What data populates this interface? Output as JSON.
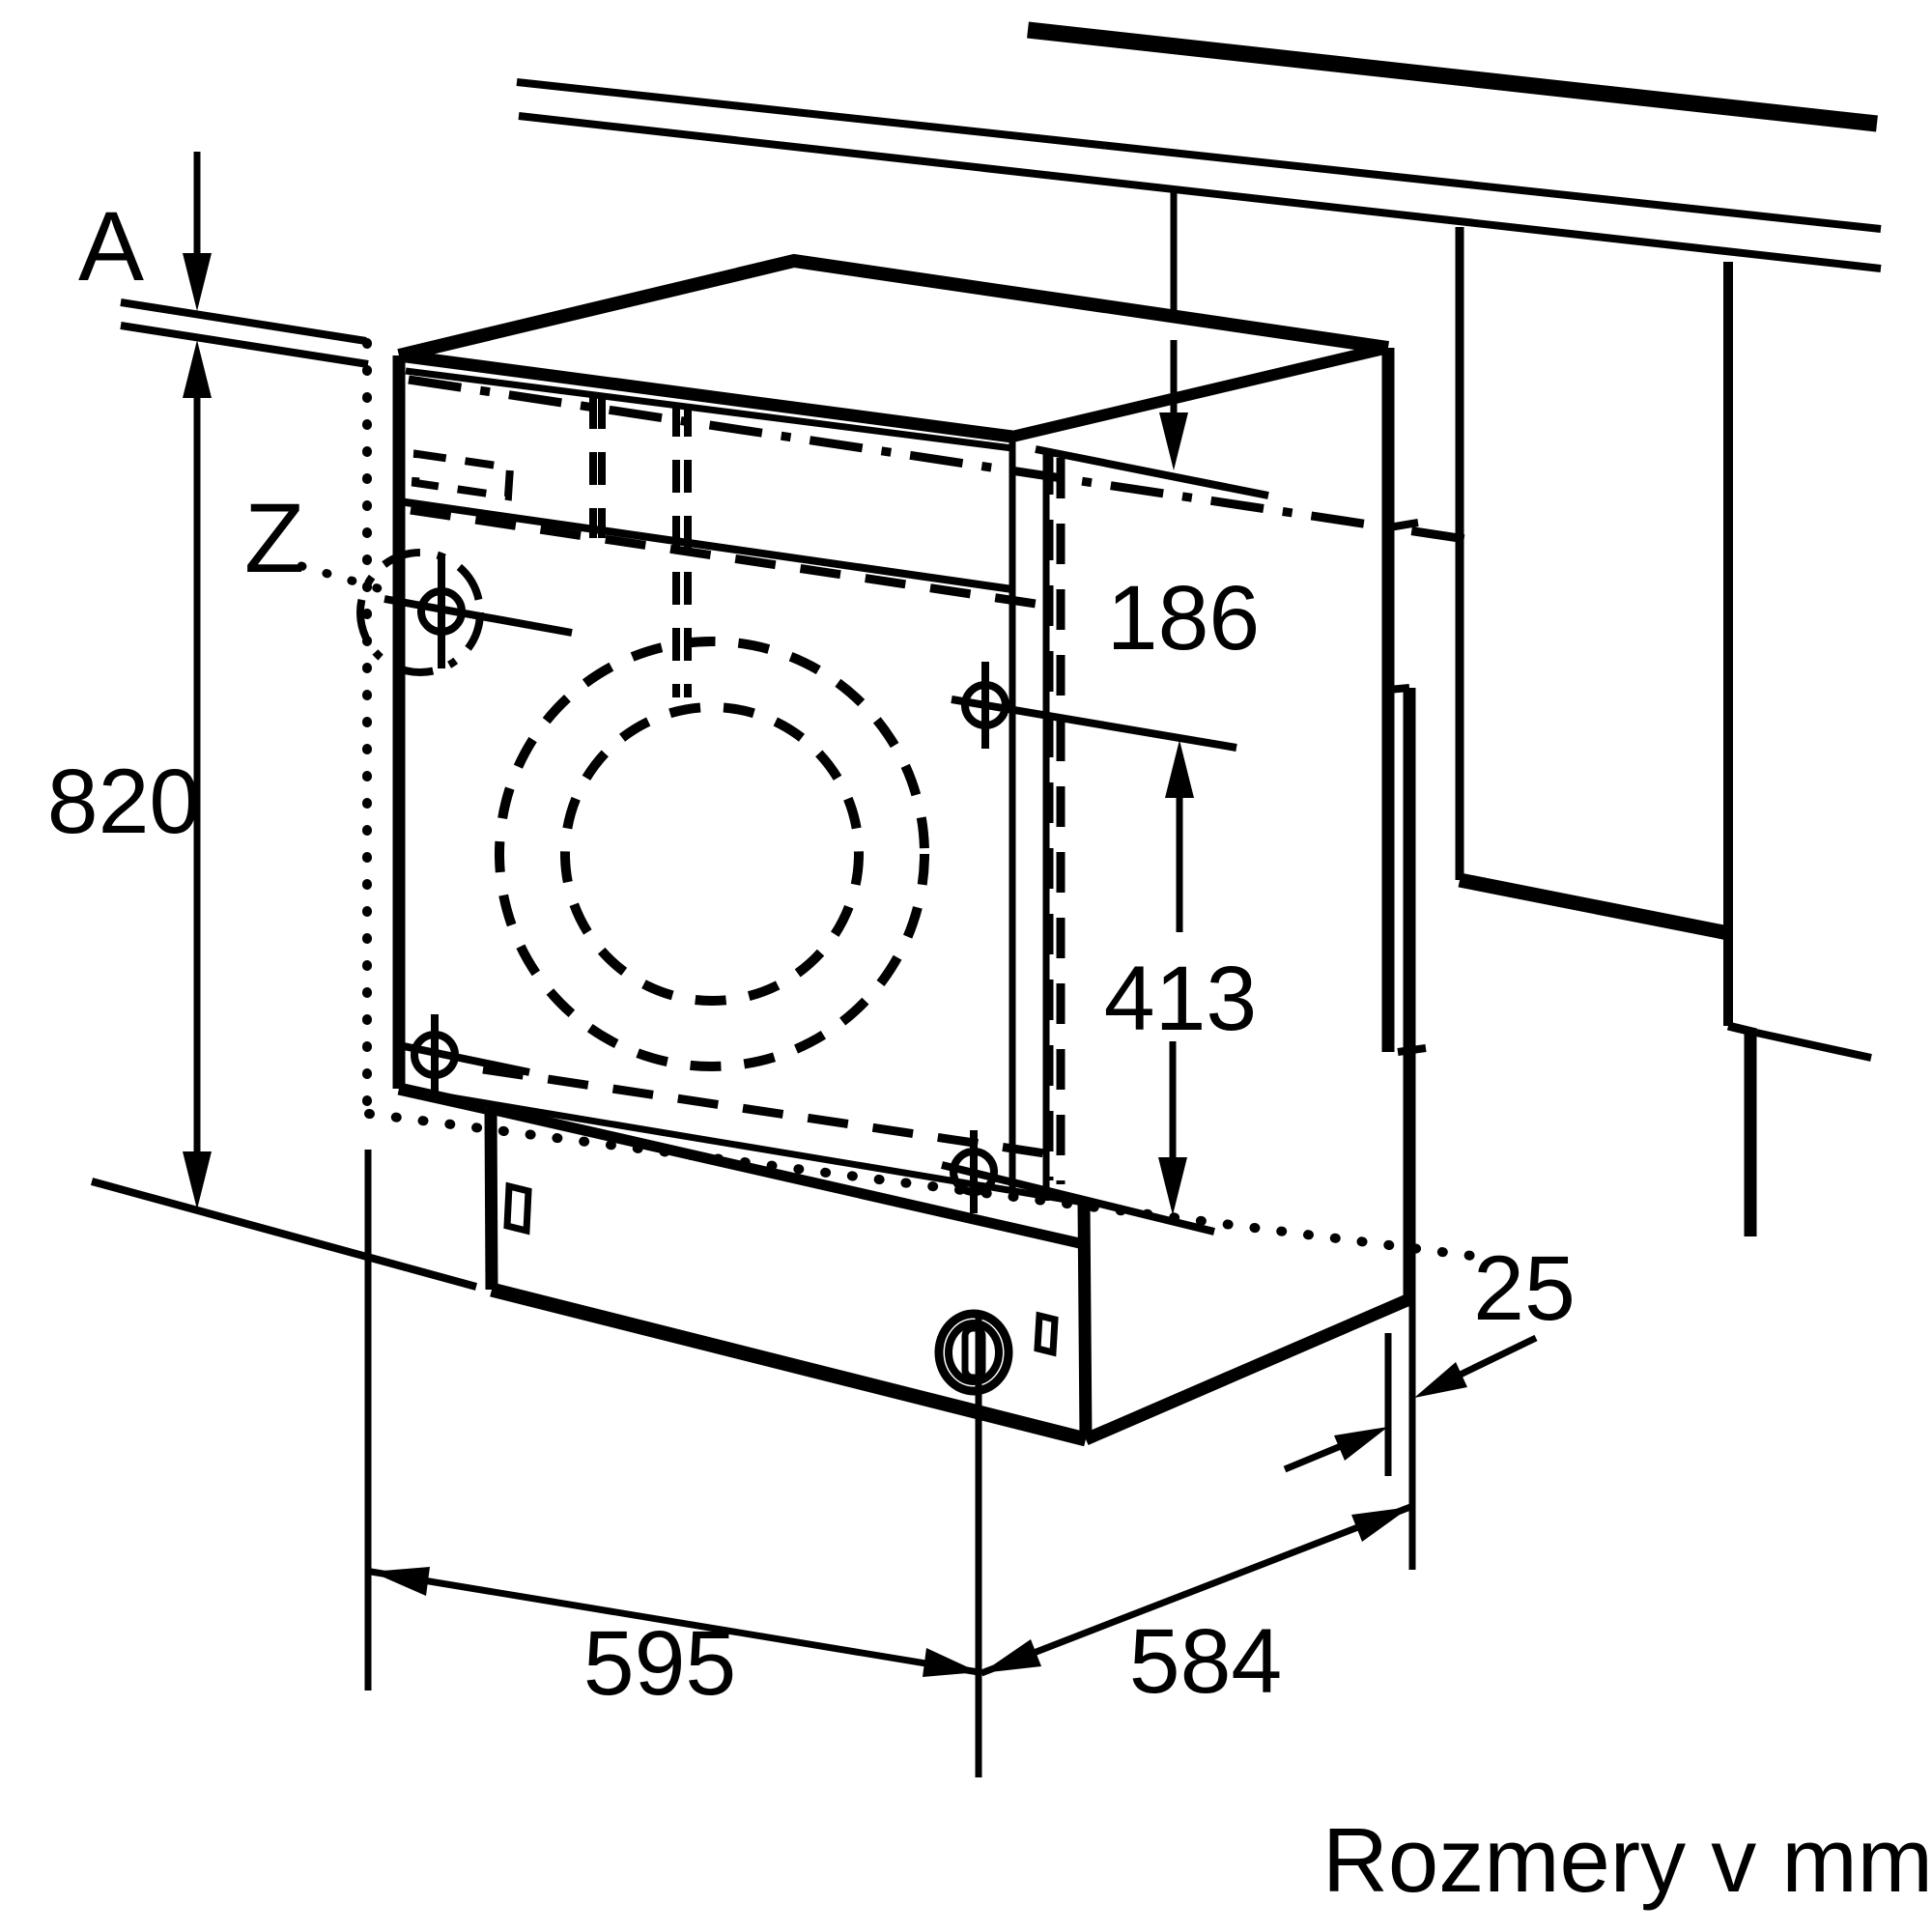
{
  "diagram": {
    "caption": "Rozmery v mm",
    "labels": {
      "worktop_thickness": "A",
      "detail_marker": "Z"
    },
    "dimensions": {
      "niche_height": "820",
      "top_clearance": "186",
      "mounting_spacing": "413",
      "rear_gap": "25",
      "width": "595",
      "depth": "584"
    },
    "colors": {
      "ink": "#000000",
      "background": "#ffffff"
    }
  }
}
